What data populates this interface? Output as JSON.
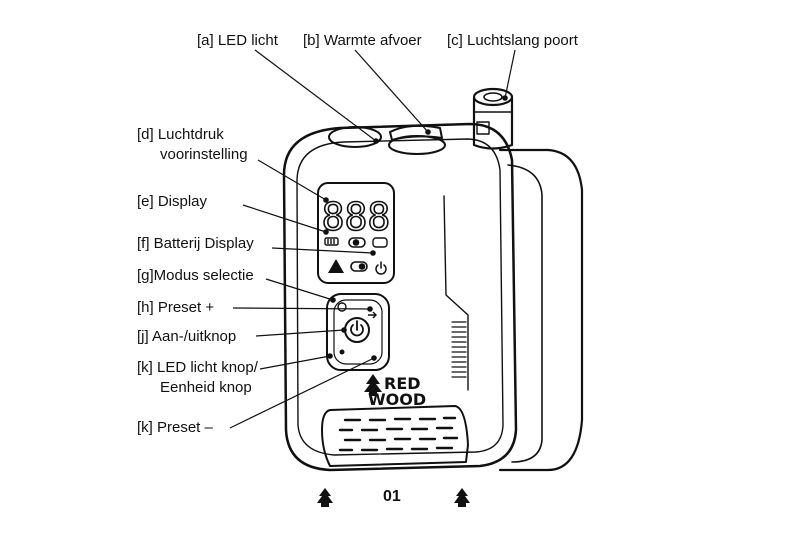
{
  "labels": {
    "a": "[a] LED licht",
    "b": "[b] Warmte afvoer",
    "c": "[c] Luchtslang poort",
    "d_line1": "[d] Luchtdruk",
    "d_line2": "voorinstelling",
    "e": "[e] Display",
    "f": "[f] Batterij Display",
    "g": "[g]Modus selectie",
    "h": "[h] Preset +",
    "j": "[j] Aan-/uitknop",
    "k1_line1": "[k] LED licht knop/",
    "k1_line2": "Eenheid knop",
    "k2": "[k] Preset –"
  },
  "device": {
    "display_digits": "888",
    "brand_line1": "RED",
    "brand_line2": "WOOD",
    "tree_icon": "tree-icon",
    "power_icon": "power-icon"
  },
  "footer": {
    "page_number": "01",
    "left_icon": "tree-icon",
    "right_icon": "tree-icon"
  }
}
